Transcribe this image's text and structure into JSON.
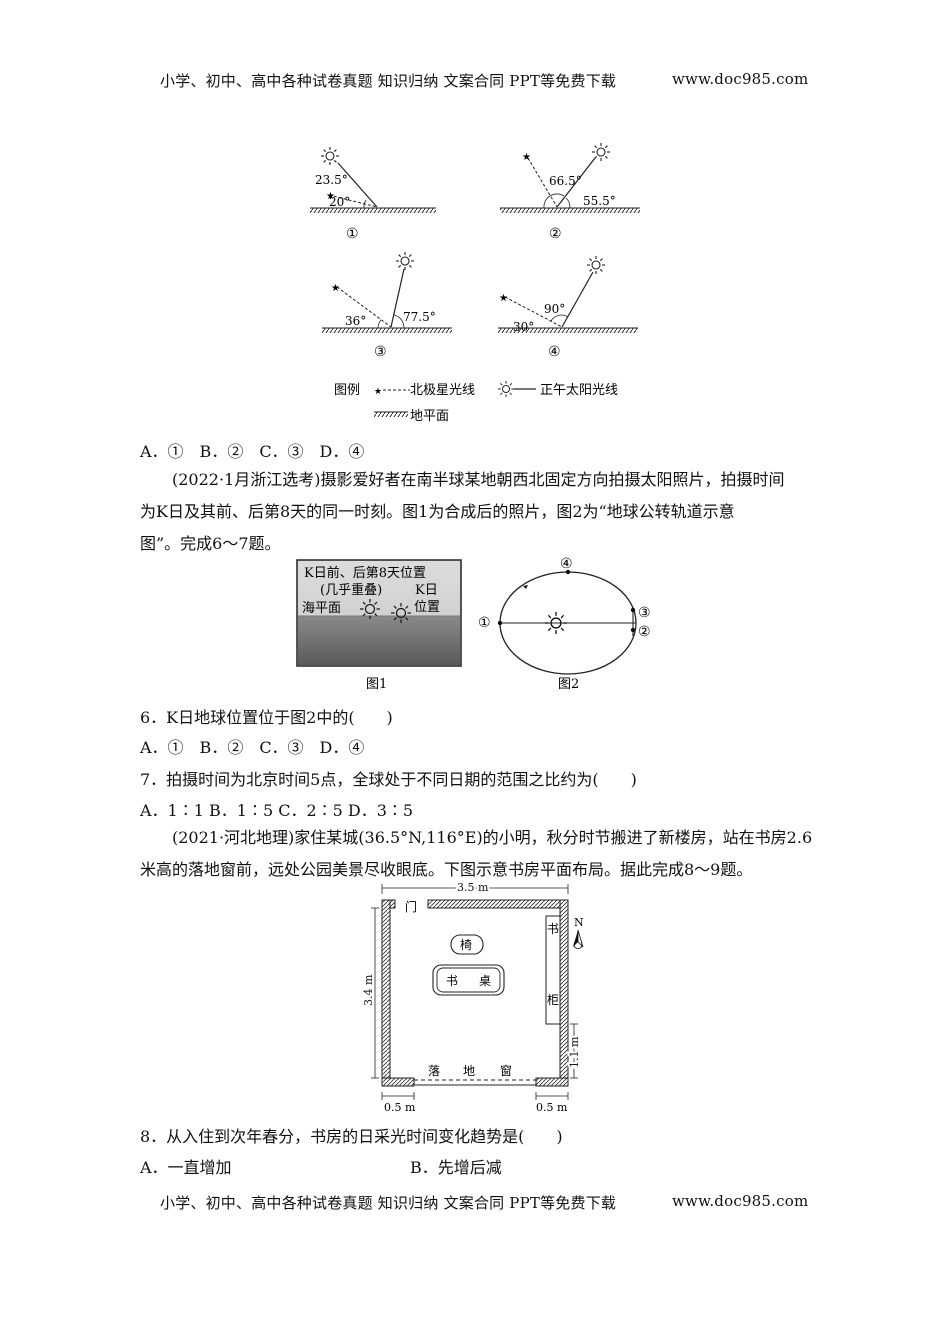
{
  "header": {
    "left": "小学、初中、高中各种试卷真题  知识归纳  文案合同  PPT等免费下载",
    "url": "www.doc985.com"
  },
  "footer": {
    "left": "小学、初中、高中各种试卷真题  知识归纳  文案合同  PPT等免费下载",
    "url": "www.doc985.com"
  },
  "fig1": {
    "p1": {
      "a1": "23.5°",
      "a2": "20°",
      "num": "①"
    },
    "p2": {
      "a1": "66.5°",
      "a2": "55.5°",
      "num": "②"
    },
    "p3": {
      "a1": "36°",
      "a2": "77.5°",
      "num": "③"
    },
    "p4": {
      "a1": "90°",
      "a2": "30°",
      "num": "④"
    },
    "legend_title": "图例",
    "legend_polaris": "北极星光线",
    "legend_sun": "正午太阳光线",
    "legend_ground": "地平面"
  },
  "q5_options": "A．①　B．②　C．③　D．④",
  "intro67": {
    "line1": "(2022·1月浙江选考)摄影爱好者在南半球某地朝西北固定方向拍摄太阳照片，拍摄时间",
    "line2": "为K日及其前、后第8天的同一时刻。图1为合成后的照片，图2为“地球公转轨道示意",
    "line3": "图”。完成6～7题。"
  },
  "fig2": {
    "photo_l1": "K日前、后第8天位置",
    "photo_l2": "(几乎重叠)",
    "photo_k": "K日",
    "photo_k2": "位置",
    "photo_sea": "海平面",
    "cap1": "图1",
    "cap2": "图2",
    "n1": "①",
    "n2": "②",
    "n3": "③",
    "n4": "④"
  },
  "q6": {
    "stem": "6．K日地球位置位于图2中的(　　)",
    "options": "A．①　B．②　C．③　D．④"
  },
  "q7": {
    "stem": "7．拍摄时间为北京时间5点，全球处于不同日期的范围之比约为(　　)",
    "options": "A．1∶1  B．1∶5  C．2∶5  D．3∶5"
  },
  "intro89": {
    "line1": "(2021·河北地理)家住某城(36.5°N,116°E)的小明，秋分时节搬进了新楼房，站在书房2.6",
    "line2": "米高的落地窗前，远处公园美景尽收眼底。下图示意书房平面布局。据此完成8～9题。"
  },
  "fig3": {
    "top_dim": "3.5 m",
    "door": "门",
    "north": "N",
    "chair": "椅",
    "desk_a": "书",
    "desk_b": "桌",
    "cab_a": "书",
    "cab_b": "柜",
    "left_dim": "3.4 m",
    "right_dim": "1.1 m",
    "window_a": "落",
    "window_b": "地",
    "window_c": "窗",
    "bl_dim": "0.5 m",
    "br_dim": "0.5 m"
  },
  "q8": {
    "stem": "8．从入住到次年春分，书房的日采光时间变化趋势是(　　)",
    "optA": "A．一直增加",
    "optB": "B．先增后减"
  }
}
